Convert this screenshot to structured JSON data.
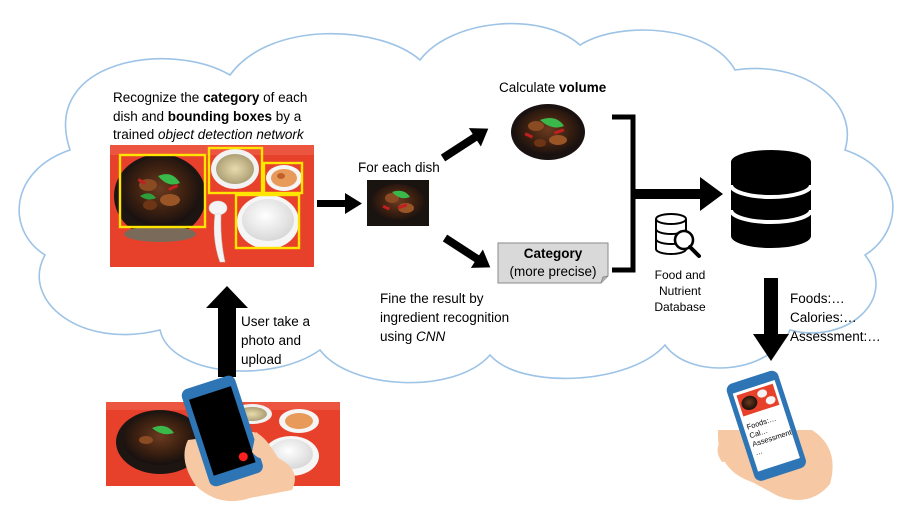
{
  "step1": {
    "line1_pre": "Recognize the ",
    "line1_bold": "category",
    "line1_post": " of each",
    "line2_pre": "dish and ",
    "line2_bold": "bounding boxes",
    "line2_post": "  by a",
    "line3_pre": "trained ",
    "line3_ital": "object detection network"
  },
  "upload": {
    "line1": "User take a",
    "line2": "photo and",
    "line3": "upload"
  },
  "per_dish": {
    "label": "For each dish"
  },
  "volume": {
    "pre": "Calculate ",
    "bold": "volume"
  },
  "category_box": {
    "title": "Category",
    "subtitle": "(more precise)"
  },
  "refine": {
    "line1": "Fine the result by",
    "line2": "ingredient recognition",
    "line3_pre": "using ",
    "line3_ital": "CNN"
  },
  "database": {
    "line1": "Food and",
    "line2": "Nutrient",
    "line3": "Database"
  },
  "results": {
    "foods": "Foods:…",
    "calories": "Calories:…",
    "assessment": "Assessment:…"
  },
  "phone_screen": {
    "line1": "Foods:…",
    "line2": "Cal…",
    "line3": "Assessment",
    "line4": "…"
  },
  "colors": {
    "cloud_stroke": "#9DC3E6",
    "tray_red": "#E8412B",
    "detection_box": "#FFE500",
    "phone_blue": "#2E75B6",
    "arrow": "#000000",
    "category_fill": "#D9D9D9"
  }
}
